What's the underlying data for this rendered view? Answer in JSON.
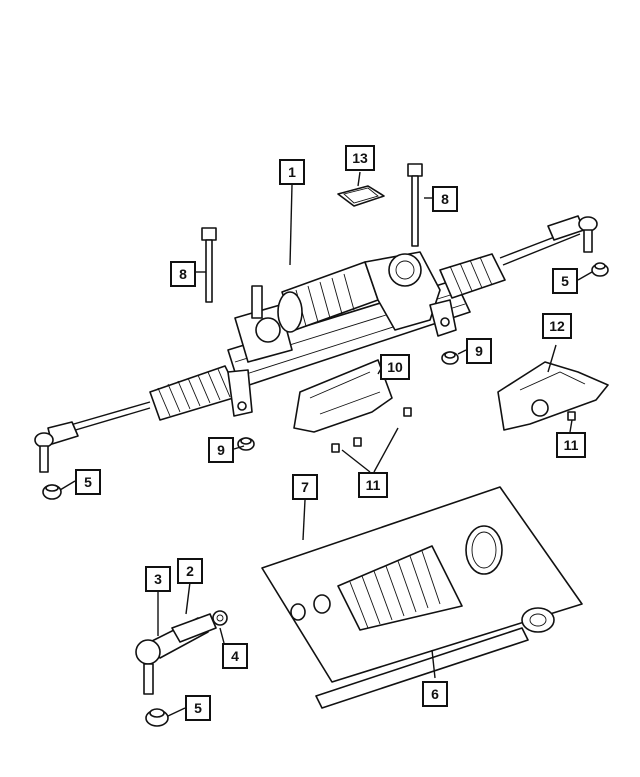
{
  "callouts": [
    {
      "id": "c1",
      "label": "1"
    },
    {
      "id": "c2",
      "label": "2"
    },
    {
      "id": "c3",
      "label": "3"
    },
    {
      "id": "c4",
      "label": "4"
    },
    {
      "id": "c5a",
      "label": "5"
    },
    {
      "id": "c5b",
      "label": "5"
    },
    {
      "id": "c5c",
      "label": "5"
    },
    {
      "id": "c6",
      "label": "6"
    },
    {
      "id": "c7",
      "label": "7"
    },
    {
      "id": "c8a",
      "label": "8"
    },
    {
      "id": "c8b",
      "label": "8"
    },
    {
      "id": "c9a",
      "label": "9"
    },
    {
      "id": "c9b",
      "label": "9"
    },
    {
      "id": "c10",
      "label": "10"
    },
    {
      "id": "c11a",
      "label": "11"
    },
    {
      "id": "c11b",
      "label": "11"
    },
    {
      "id": "c12",
      "label": "12"
    },
    {
      "id": "c13",
      "label": "13"
    }
  ]
}
